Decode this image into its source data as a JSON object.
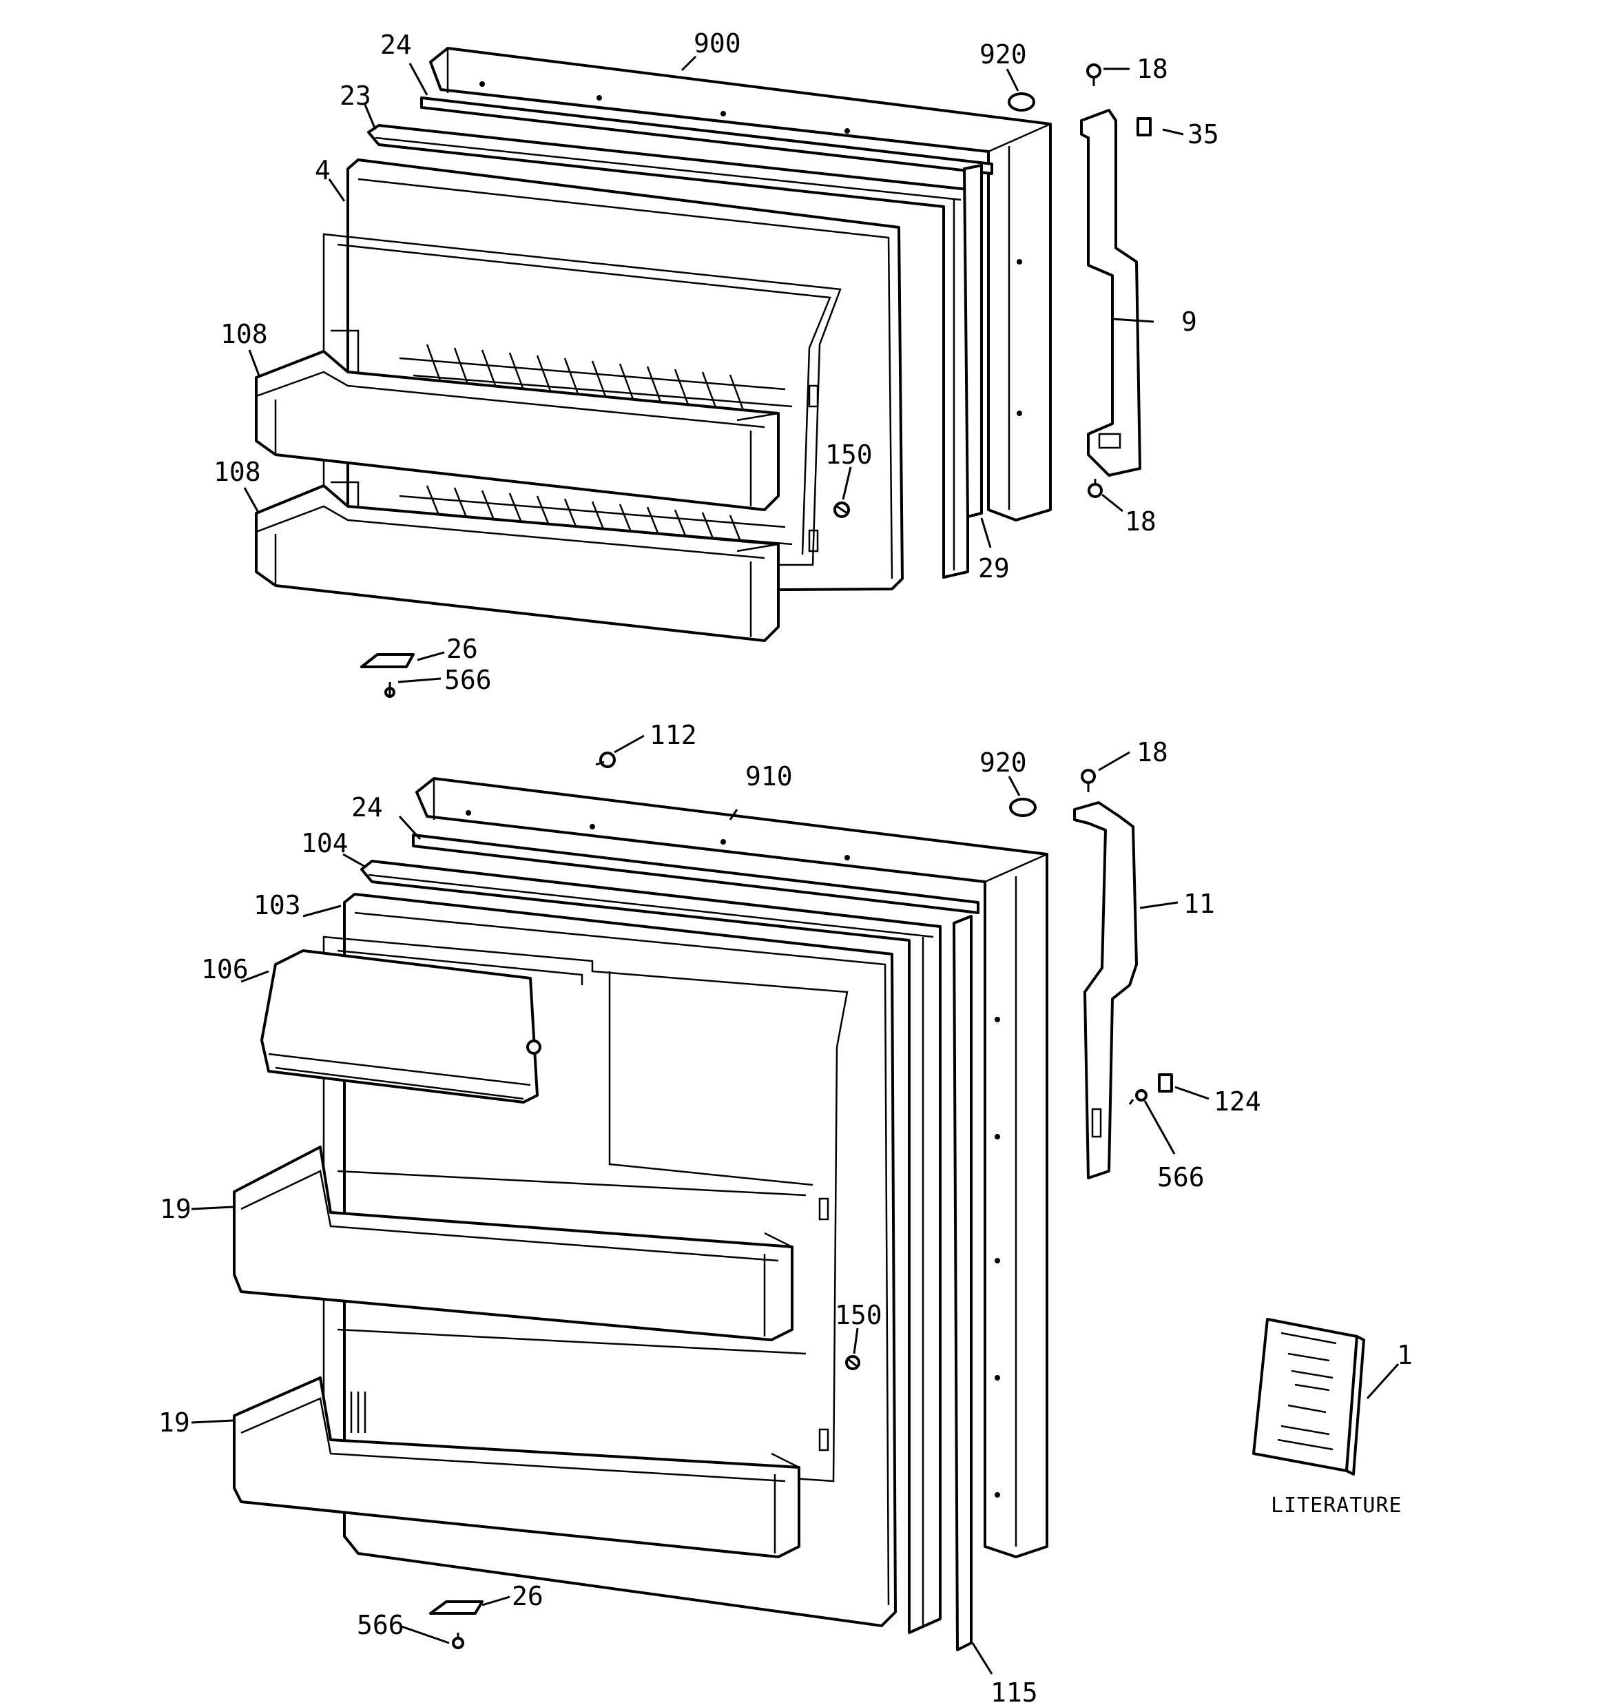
{
  "labels": {
    "top": {
      "l900": "900",
      "l920": "920",
      "l18a": "18",
      "l35": "35",
      "l24": "24",
      "l23": "23",
      "l4": "4",
      "l9": "9",
      "l108a": "108",
      "l108b": "108",
      "l150": "150",
      "l18b": "18",
      "l29": "29",
      "l26": "26",
      "l566": "566"
    },
    "bottom": {
      "l112": "112",
      "l910": "910",
      "l920": "920",
      "l18": "18",
      "l24": "24",
      "l104": "104",
      "l103": "103",
      "l11": "11",
      "l106": "106",
      "l124": "124",
      "l566a": "566",
      "l19a": "19",
      "l150": "150",
      "l1": "1",
      "l19b": "19",
      "l115": "115",
      "l26": "26",
      "l566b": "566"
    },
    "literature": "LITERATURE"
  }
}
